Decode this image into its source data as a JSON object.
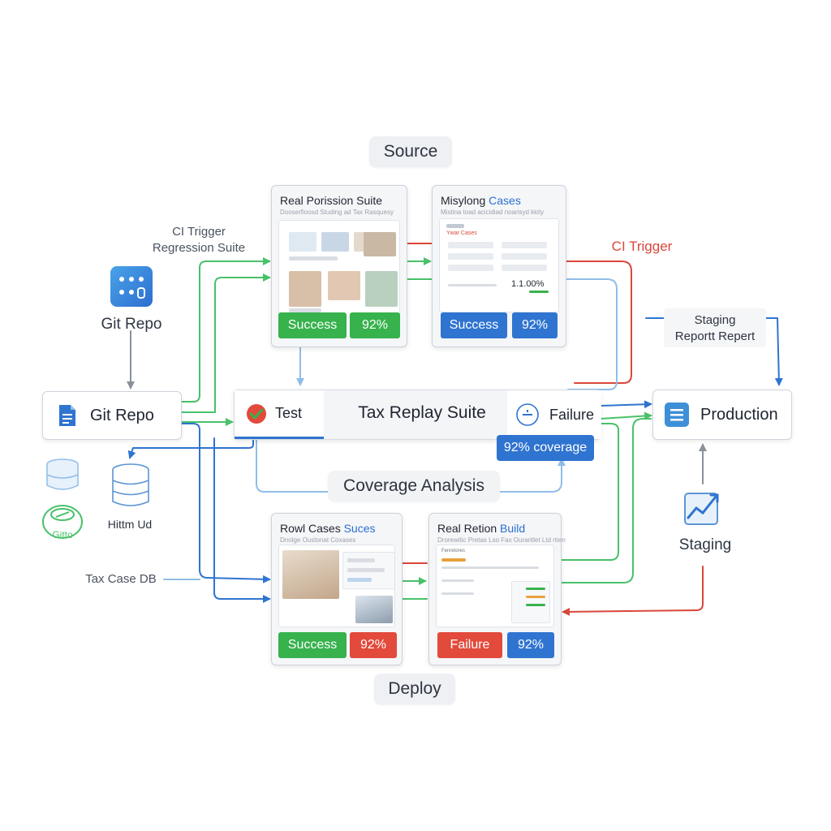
{
  "labels": {
    "source": "Source",
    "deploy": "Deploy",
    "coverage_analysis": "Coverage Analysis",
    "ci_trigger_left_line1": "CI Trigger",
    "ci_trigger_left_line2": "Regression Suite",
    "ci_trigger_right": "CI Trigger",
    "git_repo_top": "Git Repo",
    "hittm_ud": "Hittm Ud",
    "gitto": "Gitto",
    "tax_case_db": "Tax Case DB",
    "staging_report_line1": "Staging",
    "staging_report_line2": "Reportt Repert",
    "staging": "Staging"
  },
  "center_bar": {
    "test": "Test",
    "title": "Tax Replay Suite",
    "failure": "Failure",
    "coverage": "92% coverage"
  },
  "nodes": {
    "git_repo": "Git Repo",
    "production": "Production"
  },
  "cards": [
    {
      "title_main": "Real Porission Suite",
      "title_accent": "",
      "subtitle": "Dooserfioosd Studing ad Tax Rasquesy",
      "badge_left": "Success",
      "badge_right": "92%"
    },
    {
      "title_main": "Misylong ",
      "title_accent": "Cases",
      "subtitle": "Mistina toad acicidiad noarisyd kkity",
      "inner_heading": "Ywar Cases",
      "metric": "1.1.00%",
      "badge_left": "Success",
      "badge_right": "92%"
    },
    {
      "title_main": "Rowl Cases ",
      "title_accent": "Suces",
      "subtitle": "Dnolge Oustonat Coxases",
      "badge_left": "Success",
      "badge_right": "92%"
    },
    {
      "title_main": "Real Retion ",
      "title_accent": "Build",
      "subtitle": "Drorewitic Pretas Lso Fax Ouraritlet Ltd rtien",
      "inner_heading": "Fenretores",
      "badge_left": "Failure",
      "badge_right": "92%"
    }
  ],
  "colors": {
    "green": "#37b24d",
    "blue": "#2f74d0",
    "red": "#e24a3b",
    "wire_green": "#49c16a",
    "wire_blue": "#2f74d0",
    "wire_red": "#d9473a",
    "wire_light_blue": "#8fbde8",
    "wire_gray": "#8a9099"
  },
  "icons": {
    "git_repo_top": "keypad-icon",
    "git_repo_node": "document-icon",
    "database_light": "database-icon",
    "database_outline": "database-icon",
    "gitto": "pill-icon",
    "test": "check-icon",
    "failure": "minus-circle-icon",
    "production": "menu-lines-icon",
    "staging": "trend-chart-icon"
  }
}
